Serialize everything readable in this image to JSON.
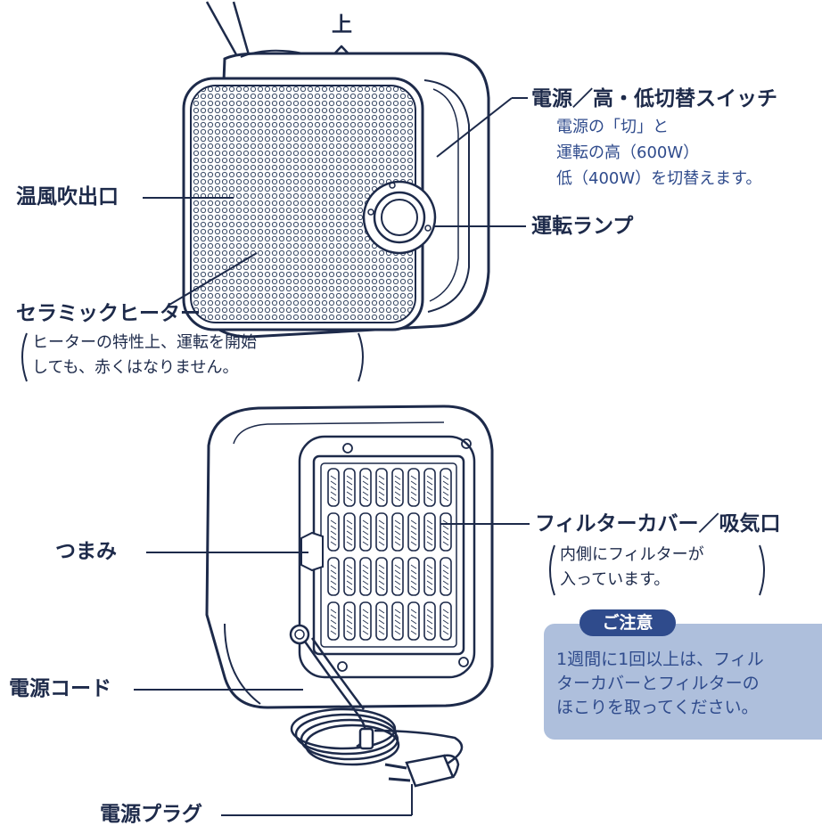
{
  "labels": {
    "up": "上",
    "power_switch": "電源／高・低切替スイッチ",
    "power_switch_note": [
      "電源の「切」と",
      "運転の高（600W）",
      "低（400W）を切替えます。"
    ],
    "outlet": "温風吹出口",
    "lamp": "運転ランプ",
    "ceramic_heater": "セラミックヒーター",
    "ceramic_note": [
      "ヒーターの特性上、運転を開始",
      "しても、赤くはなりません。"
    ],
    "knob": "つまみ",
    "filter_cover": "フィルターカバー／吸気口",
    "filter_note": [
      "内側にフィルターが",
      "入っています。"
    ],
    "power_cord": "電源コード",
    "power_plug": "電源プラグ"
  },
  "caution": {
    "title": "ご注意",
    "lines": [
      "1週間に1回以上は、フィル",
      "ターカバーとフィルターの",
      "ほこりを取ってください。"
    ]
  },
  "colors": {
    "ink": "#1d2a4a",
    "accent": "#2f4b8c",
    "panel": "#aebfdc"
  }
}
